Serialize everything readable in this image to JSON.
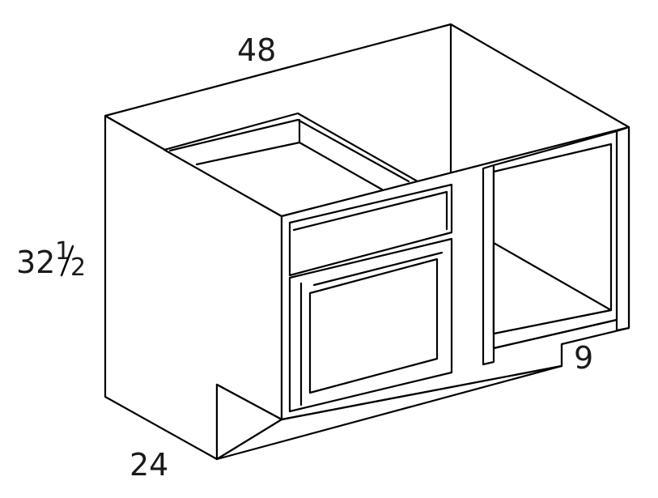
{
  "dimensions": {
    "width": "48",
    "height_whole": "32",
    "height_fraction_numerator": "1",
    "height_fraction_denominator": "2",
    "depth": "24",
    "offset": "9"
  }
}
